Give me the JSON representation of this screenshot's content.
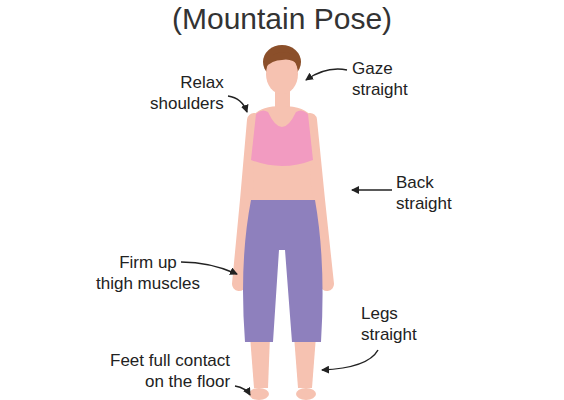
{
  "diagram": {
    "title": "(Mountain Pose)",
    "labels": [
      "Relax shoulders",
      "Gaze straight",
      "Back straight",
      "Firm up thigh muscles",
      "Legs straight",
      "Feet full contact on the floor"
    ]
  }
}
